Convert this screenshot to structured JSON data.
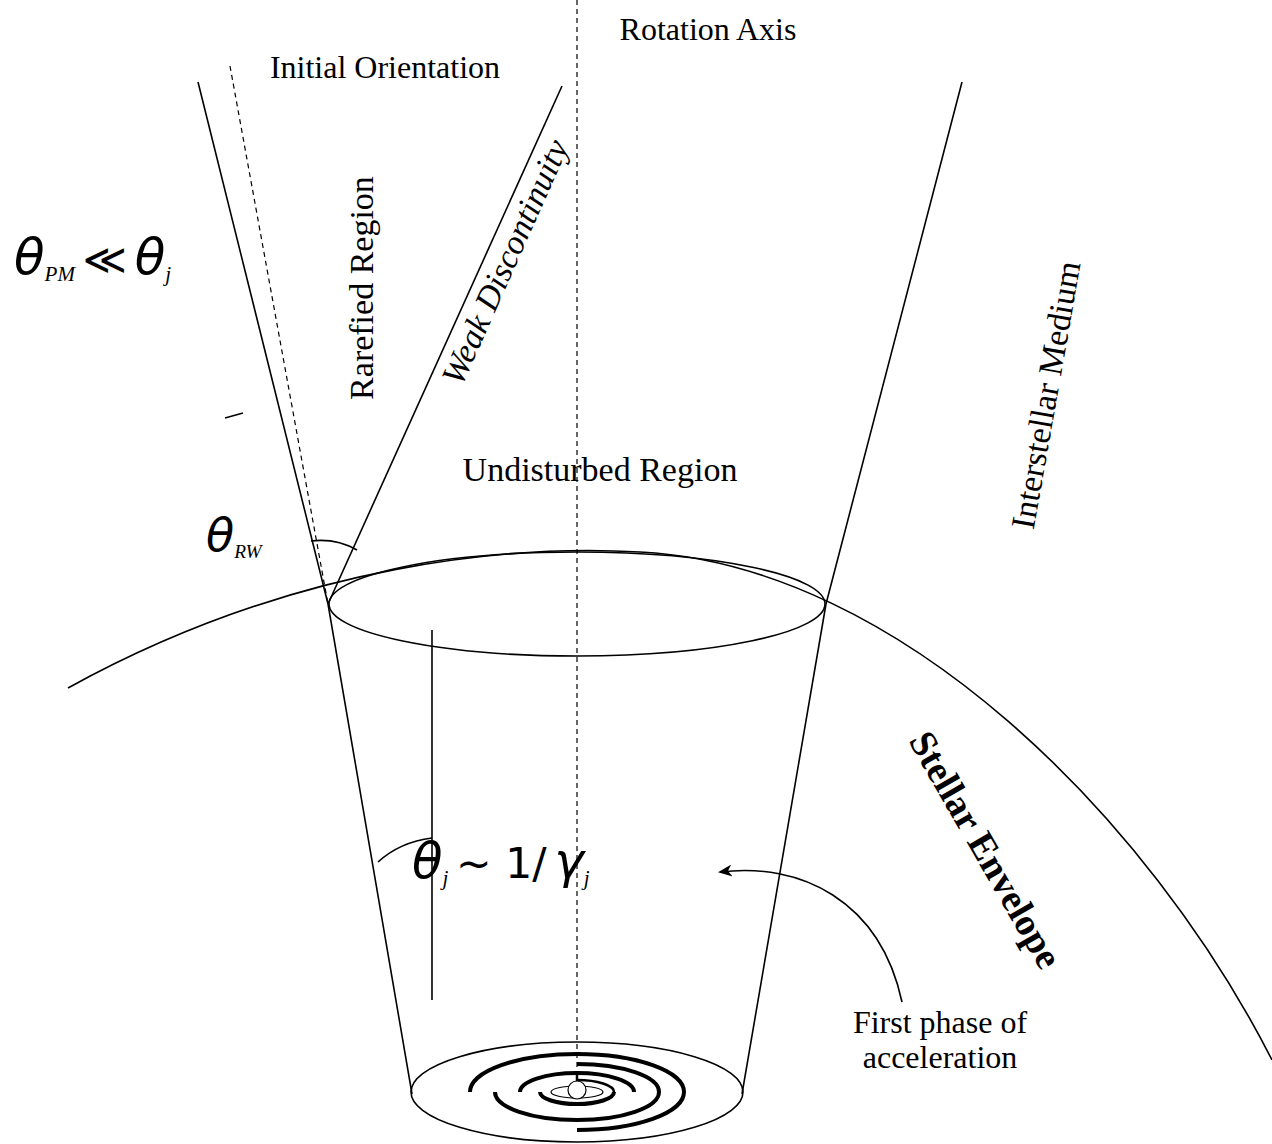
{
  "diagram": {
    "labels": [
      "Initial Orientation",
      "Rotation Axis",
      "θ",
      "PM",
      "≪",
      "θ",
      "j",
      "Rarefied Region",
      "Weak Discontinuity",
      "Undisturbed Region",
      "Interstellar Medium",
      "θ",
      "RW",
      "Stellar Envelope",
      "θ",
      "j",
      "~ 1/",
      "γ",
      "j",
      "First phase of acceleration"
    ]
  }
}
